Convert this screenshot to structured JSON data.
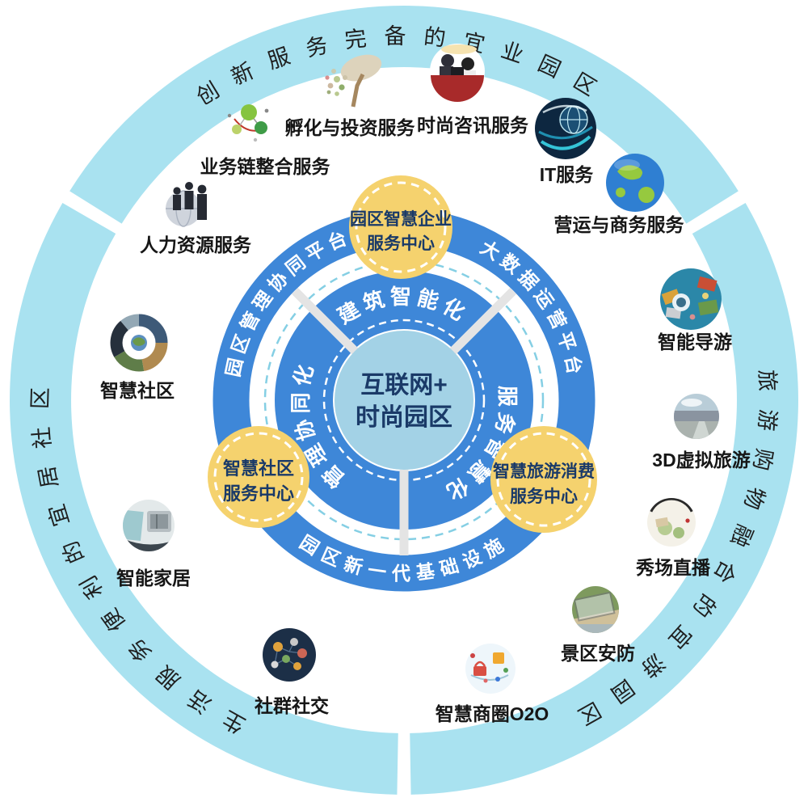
{
  "diagram_title": "互联网+时尚园区",
  "center": {
    "line1": "互联网+",
    "line2": "时尚园区"
  },
  "outer_arcs": {
    "top": "创新服务完备的宜业园区",
    "right": "旅游购物融合的宜游园区",
    "left": "生活服务便利的宜居社区"
  },
  "platform_ring": {
    "upper_left": "园区管理协同平台",
    "upper_right": "大数据运营平台",
    "bottom": "园区新一代基础设施"
  },
  "inner_ring": {
    "top": "建筑智能化",
    "right": "服务智慧化",
    "left": "管理协同化"
  },
  "service_centers": {
    "top": {
      "line1": "园区智慧企业",
      "line2": "服务中心"
    },
    "left": {
      "line1": "智慧社区",
      "line2": "服务中心"
    },
    "right": {
      "line1": "智慧旅游消费",
      "line2": "服务中心"
    }
  },
  "items": [
    {
      "label": "孵化与投资服务",
      "icon": "money-tree-icon"
    },
    {
      "label": "时尚咨讯服务",
      "icon": "consulting-people-icon"
    },
    {
      "label": "业务链整合服务",
      "icon": "network-nodes-icon"
    },
    {
      "label": "人力资源服务",
      "icon": "business-people-icon"
    },
    {
      "label": "IT服务",
      "icon": "tech-globe-icon"
    },
    {
      "label": "营运与商务服务",
      "icon": "earth-globe-icon"
    },
    {
      "label": "智能导游",
      "icon": "travel-collage-icon"
    },
    {
      "label": "3D虚拟旅游",
      "icon": "panorama-photo-icon"
    },
    {
      "label": "秀场直播",
      "icon": "show-sketch-icon"
    },
    {
      "label": "景区安防",
      "icon": "aerial-view-icon"
    },
    {
      "label": "智慧商圈O2O",
      "icon": "shopping-o2o-icon"
    },
    {
      "label": "社群社交",
      "icon": "social-network-icon"
    },
    {
      "label": "智能家居",
      "icon": "smart-appliance-icon"
    },
    {
      "label": "智慧社区",
      "icon": "photo-collage-ring-icon"
    }
  ],
  "colors": {
    "outer_ring": "#a9e2f0",
    "platform_ring": "#3e87d8",
    "inner_ring": "#3e87d8",
    "center_circle": "#a3d2e6",
    "dashed_ring": "#85cfe4",
    "service_center_fill": "#f5d26e",
    "navy_text": "#1a3a68",
    "spoke": "#e4e4e4"
  }
}
